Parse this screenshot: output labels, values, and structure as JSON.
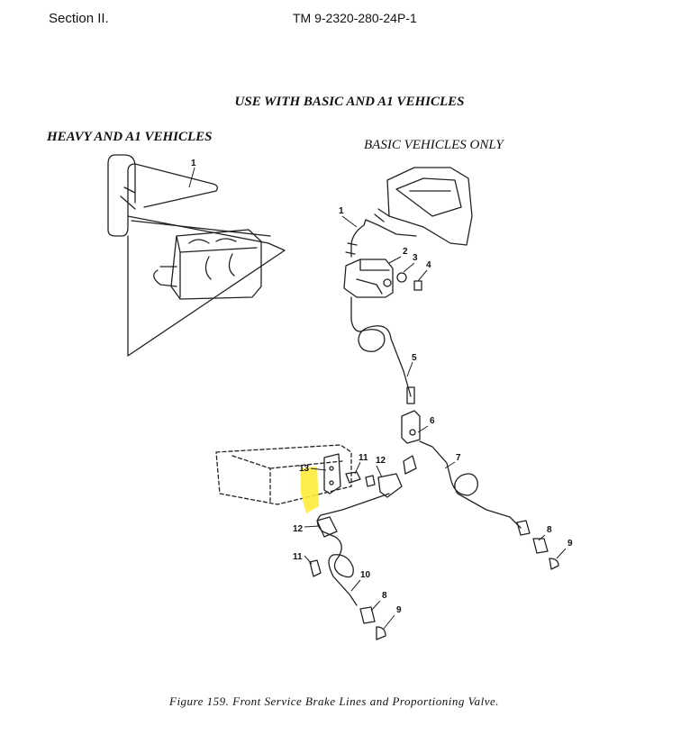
{
  "header": {
    "section": "Section II.",
    "tm_number": "TM 9-2320-280-24P-1"
  },
  "diagram": {
    "title": "USE WITH BASIC AND A1 VEHICLES",
    "left_label": "HEAVY AND A1 VEHICLES",
    "right_label": "BASIC VEHICLES ONLY",
    "callouts": [
      "1",
      "1",
      "2",
      "3",
      "4",
      "5",
      "6",
      "7",
      "8",
      "9",
      "10",
      "11",
      "11",
      "12",
      "12",
      "13",
      "8",
      "9"
    ]
  },
  "caption": "Figure 159.  Front Service Brake Lines and Proportioning Valve."
}
